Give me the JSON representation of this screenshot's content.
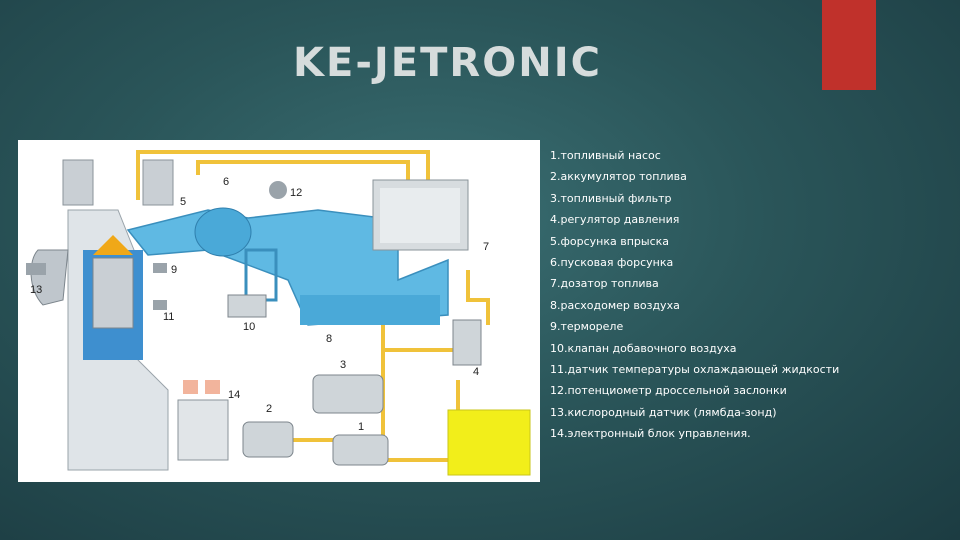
{
  "slide": {
    "title": "KE-JETRONIC",
    "accent_color": "#c0312b"
  },
  "legend": [
    "1.топливный насос",
    "2.аккумулятор топлива",
    "3.топливный фильтр",
    "4.регулятор давления",
    "5.форсунка впрыска",
    "6.пусковая форсунка",
    "7.дозатор топлива",
    "8.расходомер воздуха",
    "9.термореле",
    "10.клапан добавочного воздуха",
    "11.датчик температуры охлаждающей жидкости",
    "12.потенциометр дроссельной заслонки",
    "13.кислородный датчик (лямбда-зонд)",
    "14.электронный блок управления."
  ],
  "diagram": {
    "labels": [
      "1",
      "2",
      "3",
      "4",
      "5",
      "6",
      "7",
      "8",
      "9",
      "10",
      "11",
      "12",
      "13",
      "14"
    ],
    "colors": {
      "fuel_line": "#f0c23a",
      "air_duct": "#5fb9e3",
      "engine_body": "#dfe4e8",
      "tank": "#f2ee1a",
      "combustion": "#f0a818"
    }
  }
}
